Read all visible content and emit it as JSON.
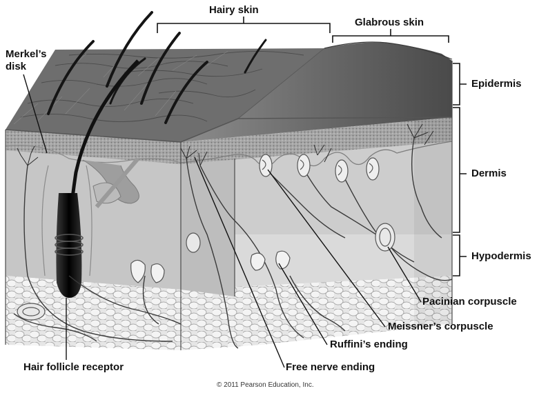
{
  "labels": {
    "hairy_skin": "Hairy skin",
    "glabrous_skin": "Glabrous skin",
    "merkels_disk": "Merkel’s disk",
    "epidermis": "Epidermis",
    "dermis": "Dermis",
    "hypodermis": "Hypodermis",
    "pacinian_corpuscle": "Pacinian corpuscle",
    "meissners_corpuscle": "Meissner’s corpuscle",
    "ruffinis_ending": "Ruffini’s ending",
    "free_nerve_ending": "Free nerve ending",
    "hair_follicle_receptor": "Hair follicle receptor"
  },
  "credit": "© 2011 Pearson Education, Inc.",
  "colors": {
    "surface": "#6b6b6b",
    "epidermis": "#a9a9a9",
    "dermis": "#c9c9c9",
    "hypodermis": "#e2e2e2",
    "hair": "#151515",
    "nerve": "#3a3a3a",
    "leader": "#111111"
  }
}
